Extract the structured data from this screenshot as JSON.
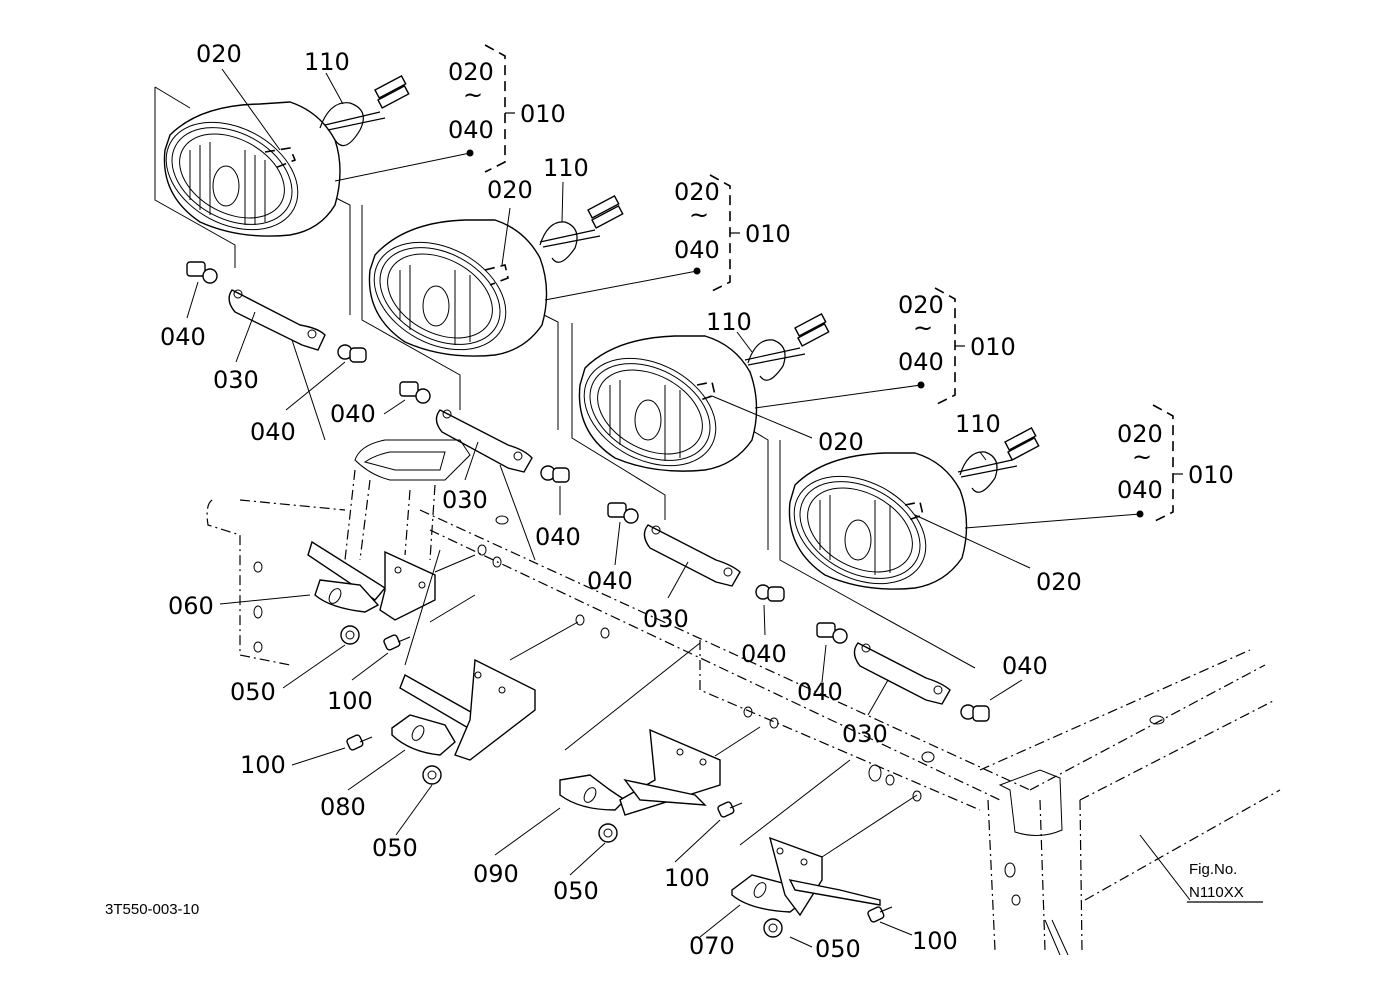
{
  "figure": {
    "figure_number_label": "Fig.No.",
    "figure_number": "N110XX",
    "drawing_code": "3T550-003-10"
  },
  "assemblies": [
    {
      "name": "lamp-1",
      "parts": {
        "bulb_ref": "020",
        "harness": "110",
        "range_from": "020",
        "range_sep": "~",
        "range_to": "040",
        "assembly": "010"
      }
    },
    {
      "name": "lamp-2",
      "parts": {
        "bulb_ref": "020",
        "harness": "110",
        "range_from": "020",
        "range_sep": "~",
        "range_to": "040",
        "assembly": "010"
      }
    },
    {
      "name": "lamp-3",
      "parts": {
        "bulb_ref": "020",
        "harness": "110",
        "range_from": "020",
        "range_sep": "~",
        "range_to": "040",
        "assembly": "010"
      }
    },
    {
      "name": "lamp-4",
      "parts": {
        "bulb_ref": "020",
        "harness": "110",
        "range_from": "020",
        "range_sep": "~",
        "range_to": "040",
        "assembly": "010"
      }
    }
  ],
  "mounts": [
    {
      "stay": "030",
      "bolt_left": "040",
      "bolt_right": "040"
    },
    {
      "stay": "030",
      "bolt_left": "040",
      "bolt_right": "040"
    },
    {
      "stay": "030",
      "bolt_left": "040",
      "bolt_right": "040"
    },
    {
      "stay": "030",
      "bolt_left": "040",
      "bolt_right": "040"
    }
  ],
  "brackets": [
    {
      "bracket": "060",
      "nut": "050",
      "screw": "100"
    },
    {
      "bracket": "080",
      "nut": "050",
      "screw": "100"
    },
    {
      "bracket": "090",
      "nut": "050",
      "screw": "100"
    },
    {
      "bracket": "070",
      "nut": "050",
      "screw": "100"
    }
  ]
}
